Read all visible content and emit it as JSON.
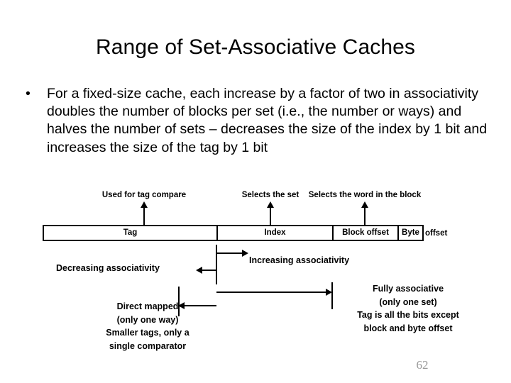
{
  "slide": {
    "title": "Range of Set-Associative Caches",
    "page_number": "62",
    "page_number_color": "#9a9a9a"
  },
  "body": {
    "bullet_glyph": "•",
    "bullet_text": "For a fixed-size cache, each increase by a factor of two in associativity doubles the number of blocks per set (i.e., the number or ways) and halves the number of sets – decreases the size of the index by 1 bit and increases the size of the tag by 1 bit"
  },
  "diagram": {
    "callouts": [
      {
        "label": "Used for tag compare"
      },
      {
        "label": "Selects the set"
      },
      {
        "label": "Selects the word in the block"
      }
    ],
    "address_fields": [
      {
        "label": "Tag"
      },
      {
        "label": "Index"
      },
      {
        "label": "Block offset"
      },
      {
        "label": "Byte"
      }
    ],
    "byte_offset_overflow": "offset",
    "associativity": {
      "decreasing_label": "Decreasing associativity",
      "increasing_label": "Increasing associativity"
    },
    "extremes": {
      "direct_mapped": "Direct mapped\n(only one way)\nSmaller tags, only a\nsingle comparator",
      "direct_mapped_lines": [
        "Direct mapped",
        "(only one way)",
        "Smaller tags, only a",
        "single comparator"
      ],
      "fully_associative_lines": [
        "Fully associative",
        "(only one set)",
        "Tag is all the bits except",
        "block and byte offset"
      ]
    }
  }
}
